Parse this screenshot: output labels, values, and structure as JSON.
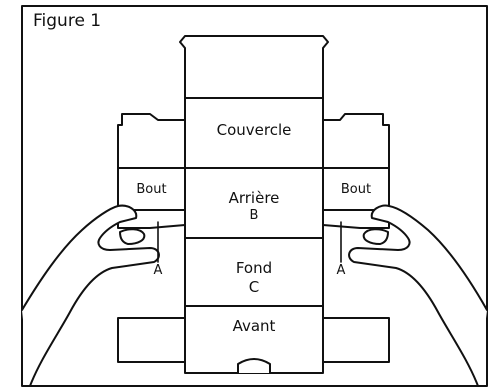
{
  "figure": {
    "title": "Figure 1"
  },
  "panels": {
    "couvercle": "Couvercle",
    "arriere": "Arrière",
    "arriere_letter": "B",
    "fond": "Fond",
    "fond_letter": "C",
    "avant": "Avant"
  },
  "ends": {
    "left": "Bout",
    "right": "Bout"
  },
  "callouts": {
    "left": "A",
    "right": "A"
  }
}
